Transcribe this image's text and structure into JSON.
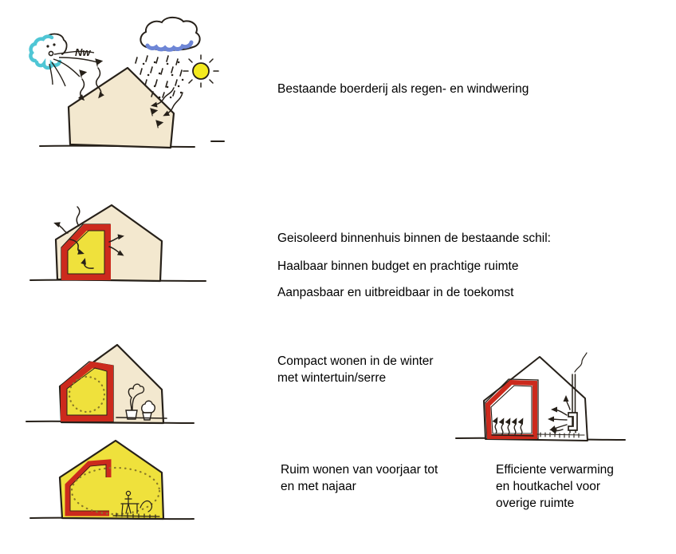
{
  "captions": {
    "row1": [
      "Bestaande boerderij als regen- en windwering"
    ],
    "row2": [
      "Geisoleerd binnenhuis binnen de bestaande schil:",
      "Haalbaar binnen budget en prachtige ruimte",
      "Aanpasbaar en uitbreidbaar in de toekomst"
    ],
    "row3": [
      "Compact wonen in de winter",
      "met wintertuin/serre"
    ],
    "row4": [
      "Ruim wonen van voorjaar tot",
      "en met najaar"
    ],
    "row5": [
      "Efficiente verwarming",
      "en houtkachel voor",
      "overige ruimte"
    ]
  },
  "labels": {
    "wind_direction": "Nw"
  },
  "colors": {
    "background": "#ffffff",
    "ink": "#262019",
    "shell_beige": "#f3e8cf",
    "warm_yellow": "#efe13c",
    "insulation_red": "#cc2a1d",
    "rain_blue": "#6e86d6",
    "wind_teal": "#4fc6d5",
    "sun_yellow": "#f4ea1f",
    "dot_olive": "#8a7a28",
    "text": "#000000"
  }
}
